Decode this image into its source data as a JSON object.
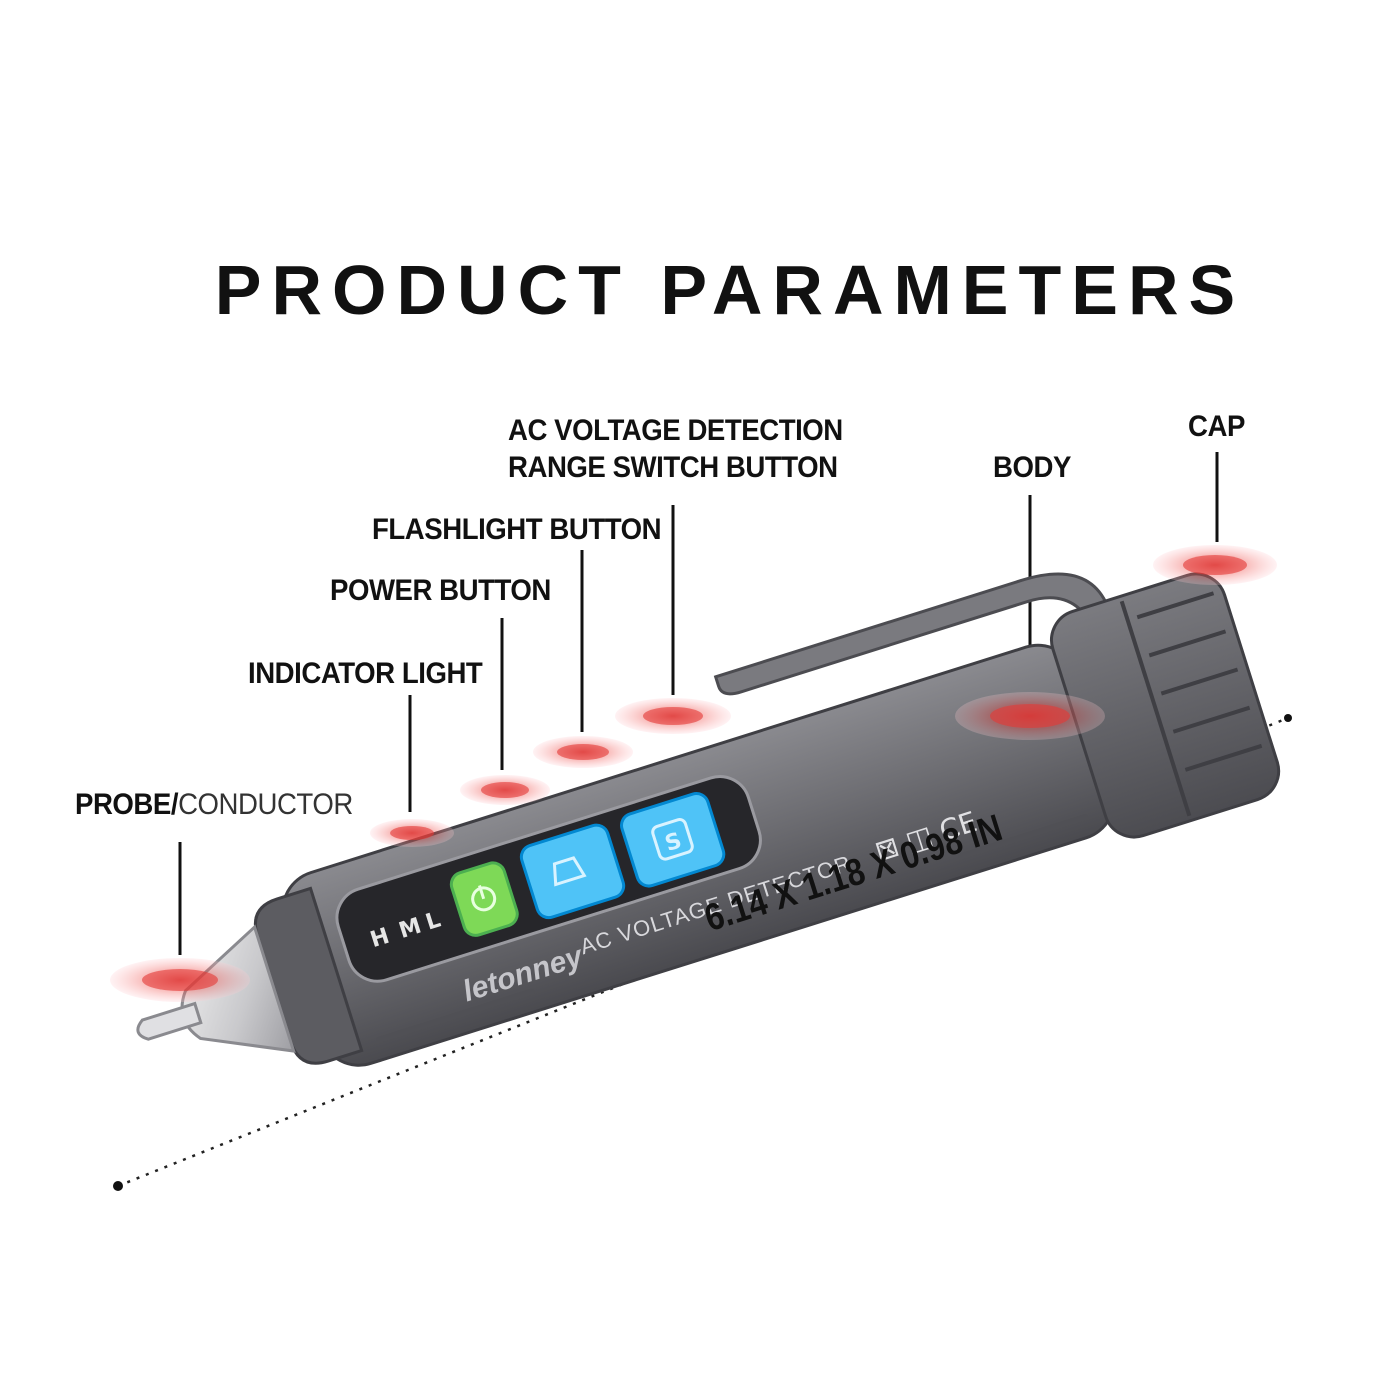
{
  "title": "PRODUCT PARAMETERS",
  "labels": {
    "probe_bold": "PROBE/",
    "probe_light": "CONDUCTOR",
    "indicator": "INDICATOR LIGHT",
    "power": "POWER BUTTON",
    "flashlight": "FLASHLIGHT BUTTON",
    "range_line1": "AC VOLTAGE DETECTION",
    "range_line2": "RANGE SWITCH BUTTON",
    "body": "BODY",
    "cap": "CAP"
  },
  "dimensions": "6.14 X 1.18 X 0.98 IN",
  "pen": {
    "brand": "letonney",
    "model_text": "AC VOLTAGE DETECTOR",
    "cert_marks": "⊠ ◫ CE",
    "indicator_letters": [
      "L",
      "M",
      "H"
    ],
    "body_color": "#6b6b6f",
    "power_color": "#7ed957",
    "button_color": "#4fc3f7",
    "marker_color": "#e53935"
  },
  "icons": [
    "power-icon",
    "flashlight-icon",
    "range-switch-icon"
  ]
}
